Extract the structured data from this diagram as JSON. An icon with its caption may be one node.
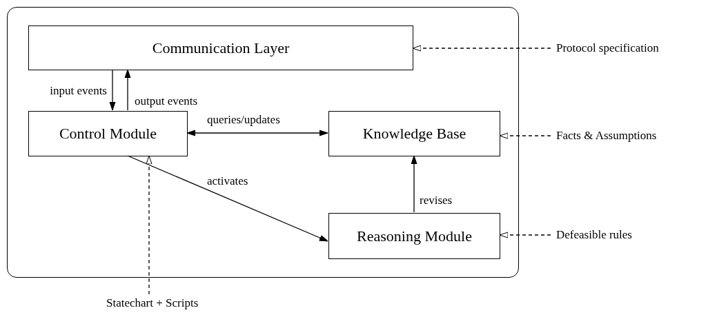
{
  "diagram": {
    "nodes": [
      {
        "text": [],
        "shape": "box"
      },
      {
        "text": [
          "Communication Layer"
        ],
        "in": 0
      },
      {
        "text": [
          "Control Module"
        ],
        "in": 0
      },
      {
        "text": [
          "Knowledge Base"
        ],
        "in": 0
      },
      {
        "text": [
          "Reasoning Module"
        ],
        "in": 0
      },
      {
        "text": [
          "Protocol specification"
        ]
      },
      {
        "text": [
          "Facts & Assumptions"
        ]
      },
      {
        "text": [
          "Defeasible rules"
        ]
      },
      {
        "text": [
          "Statechart + Scripts"
        ]
      }
    ],
    "edges": [
      {
        "from": 1,
        "to": 2,
        "arrow": "to",
        "label": "input events"
      },
      {
        "from": 2,
        "to": 1,
        "arrow": "to",
        "label": "output events"
      },
      {
        "from": 2,
        "to": 3,
        "arrow": "both",
        "label": "queries/updates"
      },
      {
        "from": 2,
        "to": 4,
        "arrow": "to",
        "label": "activates"
      },
      {
        "from": 4,
        "to": 3,
        "arrow": "to",
        "label": "revises"
      },
      {
        "from": 5,
        "to": 1,
        "arrow": "to",
        "style": "dashed"
      },
      {
        "from": 6,
        "to": 3,
        "arrow": "to",
        "style": "dashed"
      },
      {
        "from": 7,
        "to": 4,
        "arrow": "to",
        "style": "dashed"
      },
      {
        "from": 8,
        "to": 2,
        "arrow": "to",
        "style": "dashed"
      }
    ]
  }
}
